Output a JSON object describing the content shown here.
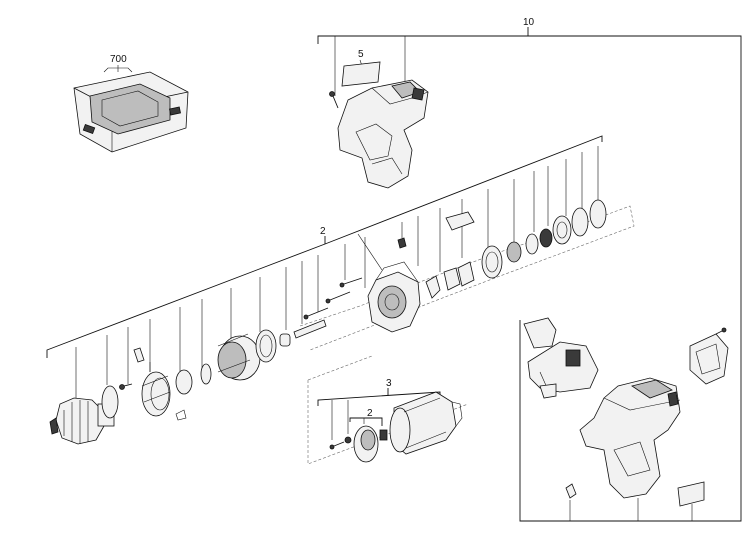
{
  "callouts": {
    "case": "700",
    "housing_kit": "10",
    "nameplate": "5",
    "gearbox_assembly": "2",
    "motor_assembly": "3",
    "motor_sub": "2"
  }
}
